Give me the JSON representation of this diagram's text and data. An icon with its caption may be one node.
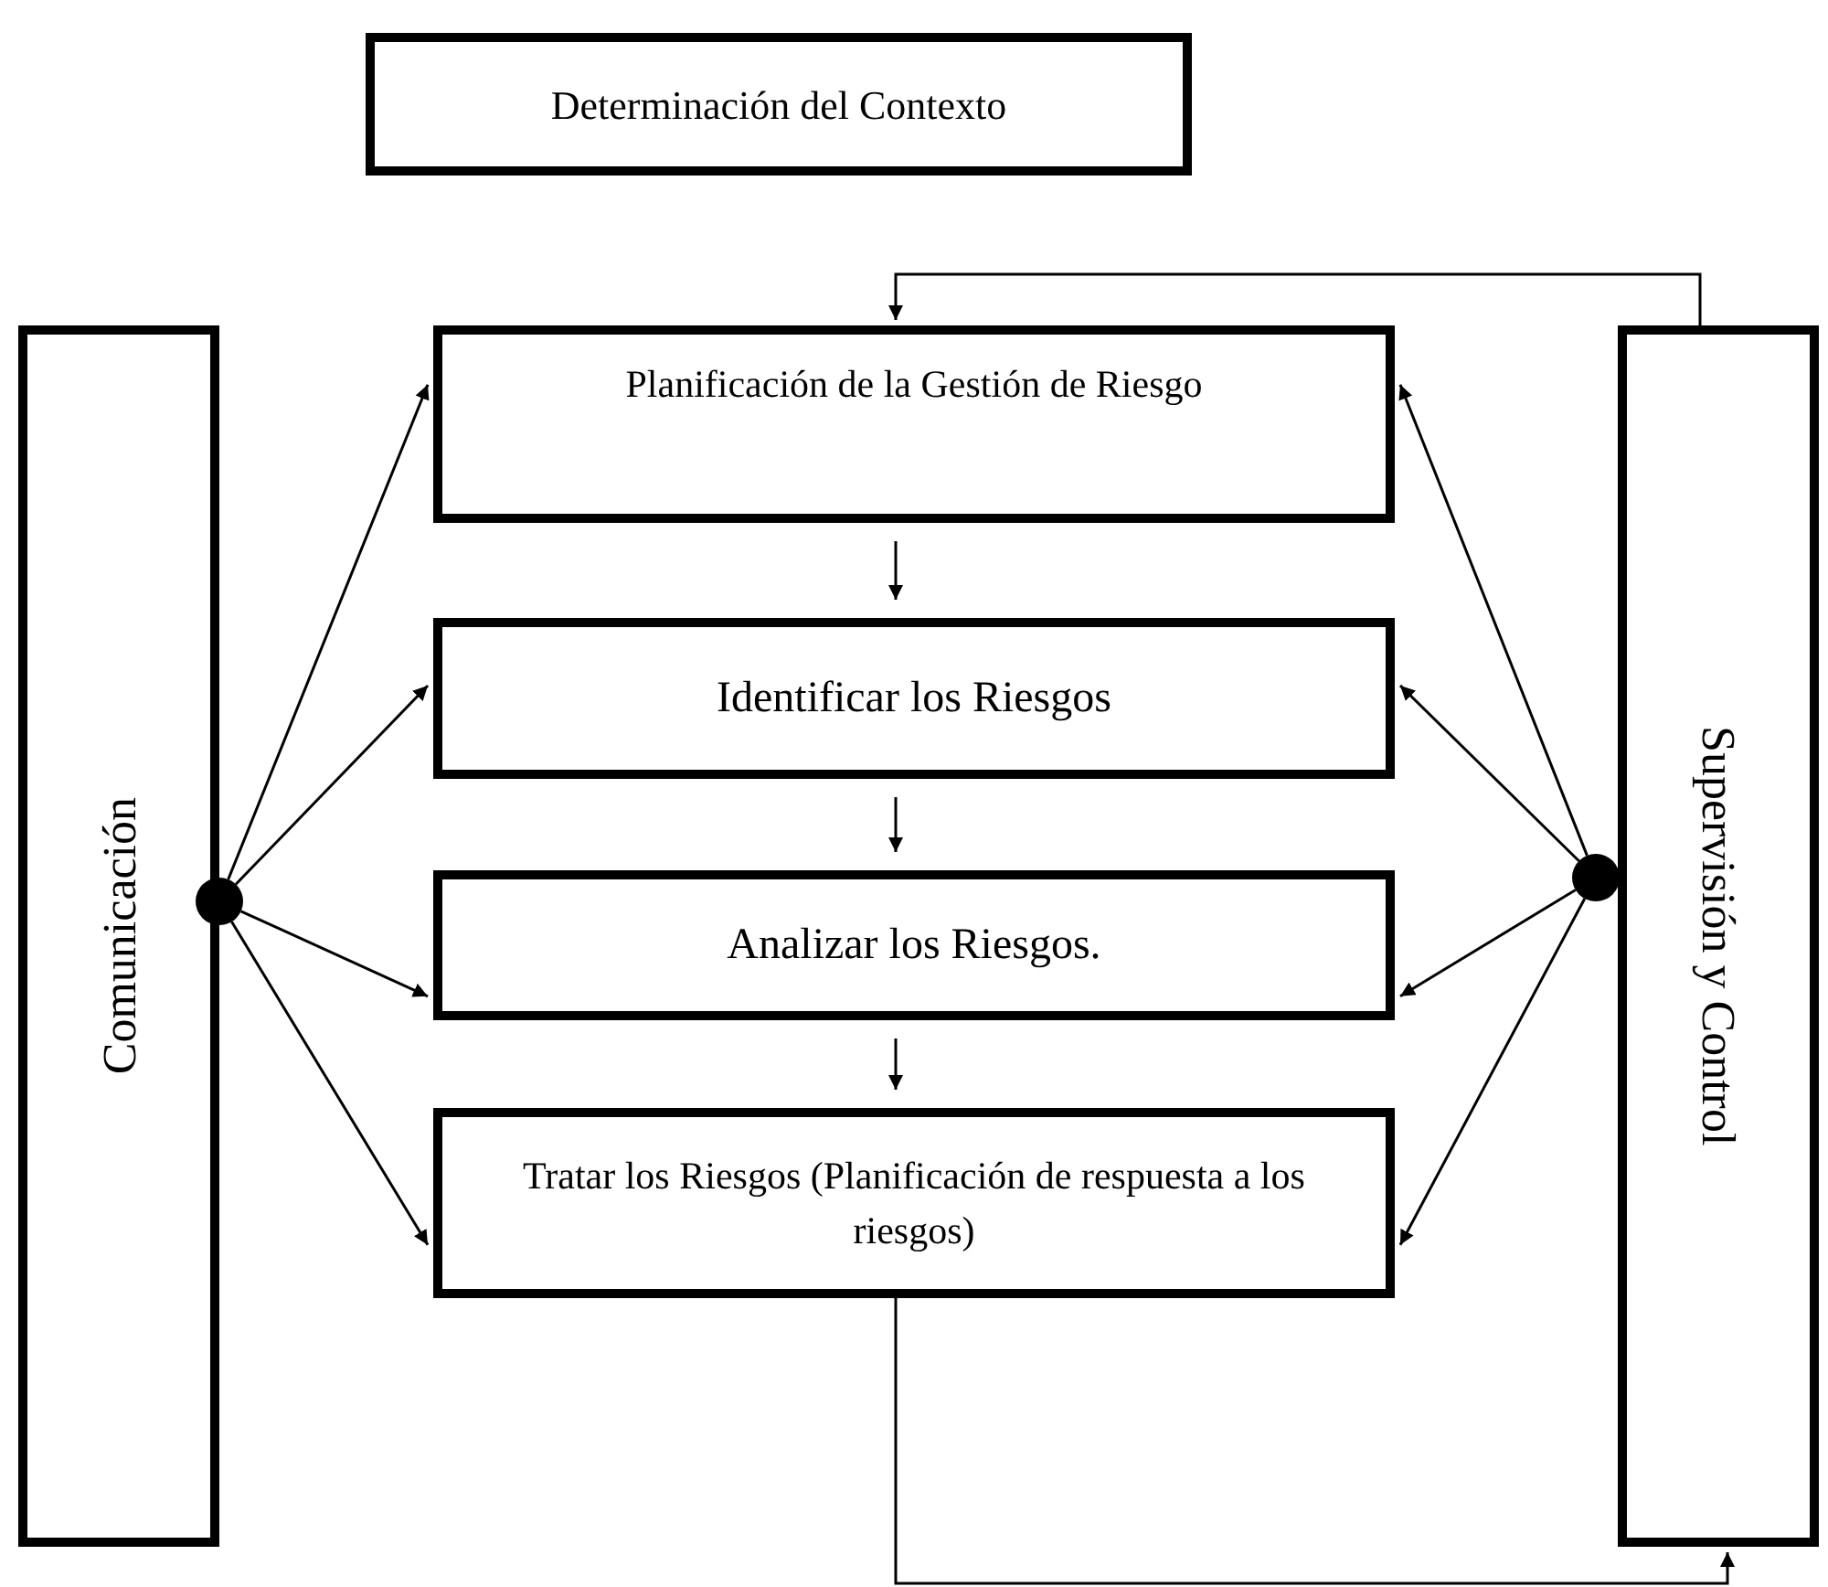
{
  "diagram": {
    "nodes": [
      {
        "text": [
          "Determinación del Contexto"
        ]
      },
      {
        "text": [
          "Comunicación"
        ]
      },
      {
        "text": [
          "Planificación de la Gestión de Riesgo"
        ]
      },
      {
        "text": [
          "Identificar los Riesgos"
        ]
      },
      {
        "text": [
          "Analizar los Riesgos."
        ]
      },
      {
        "text": [
          "Tratar los Riesgos (Planificación de respuesta a los riesgos)"
        ]
      },
      {
        "text": [
          "Supervisión y Control"
        ]
      },
      {
        "text": [],
        "shape": "circle"
      },
      {
        "text": [],
        "shape": "circle"
      }
    ],
    "edges": [
      {
        "from": 7,
        "to": 2,
        "arrow": "to"
      },
      {
        "from": 7,
        "to": 3,
        "arrow": "to"
      },
      {
        "from": 7,
        "to": 4,
        "arrow": "to"
      },
      {
        "from": 7,
        "to": 5,
        "arrow": "to"
      },
      {
        "from": 8,
        "to": 2,
        "arrow": "to"
      },
      {
        "from": 8,
        "to": 3,
        "arrow": "to"
      },
      {
        "from": 8,
        "to": 4,
        "arrow": "to"
      },
      {
        "from": 8,
        "to": 5,
        "arrow": "to"
      },
      {
        "from": 2,
        "to": 3,
        "arrow": "to"
      },
      {
        "from": 3,
        "to": 4,
        "arrow": "to"
      },
      {
        "from": 4,
        "to": 5,
        "arrow": "to"
      },
      {
        "from": 6,
        "to": 2,
        "arrow": "to"
      },
      {
        "from": 5,
        "to": 6,
        "arrow": "to"
      }
    ]
  }
}
